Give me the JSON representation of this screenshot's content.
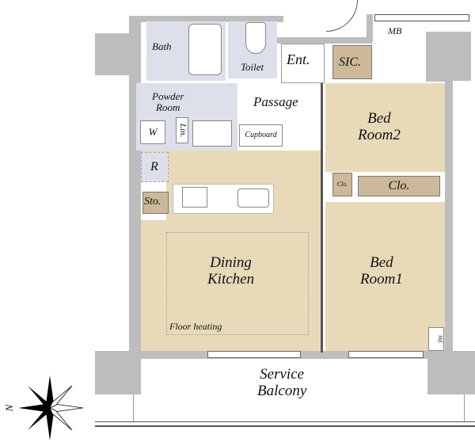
{
  "rooms": {
    "bath": "Bath",
    "toilet": "Toilet",
    "entrance": "Ent.",
    "sic": "SIC.",
    "mb": "MB",
    "powder_room": [
      "Powder",
      "Room"
    ],
    "washer": "W",
    "linen": "Lin.",
    "passage": "Passage",
    "cupboard": "Cupboard",
    "refrigerator": "R",
    "storage": "Sto.",
    "bedroom2": [
      "Bed",
      "Room2"
    ],
    "closet_small": "Clo.",
    "closet": "Clo.",
    "dining_kitchen": [
      "Dining",
      "Kitchen"
    ],
    "floor_heating": "Floor heating",
    "bedroom1": [
      "Bed",
      "Room1"
    ],
    "shelf": "Shf.",
    "balcony": [
      "Service",
      "Balcony"
    ]
  },
  "compass": {
    "north_label": "N"
  },
  "colors": {
    "wall": "#bdbdbd",
    "floor": "#e8dab9",
    "wet_area": "#dde0ea",
    "storage": "#cdb999"
  }
}
